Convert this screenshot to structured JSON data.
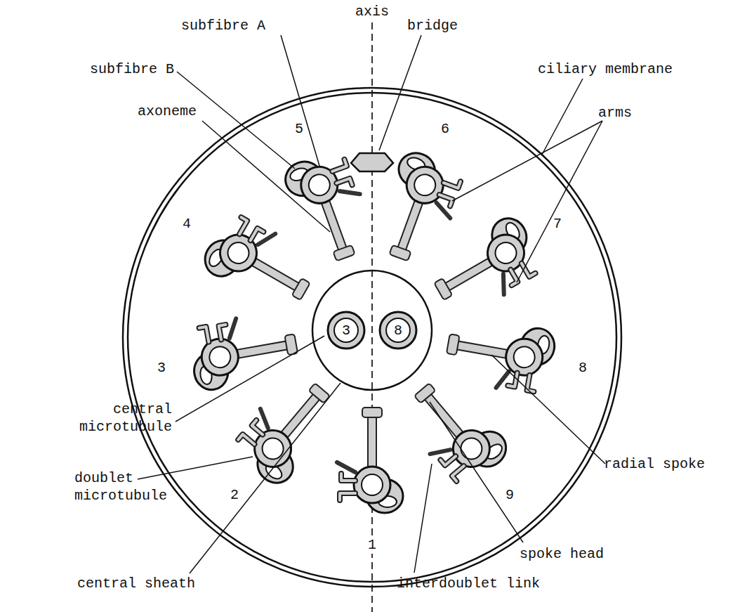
{
  "diagram": {
    "nodes": [
      {
        "text": [
          "3"
        ]
      },
      {
        "text": [
          "8"
        ]
      }
    ],
    "labels": [
      "axis",
      "subfibre A",
      "bridge",
      "subfibre B",
      "ciliary membrane",
      "axoneme",
      "arms",
      "5",
      "6",
      "4",
      "7",
      "3",
      "8",
      "2",
      "9",
      "1",
      "central microtubule",
      "radial spoke",
      "doublet microtubule",
      "spoke head",
      "central sheath",
      "interdoublet link"
    ]
  }
}
